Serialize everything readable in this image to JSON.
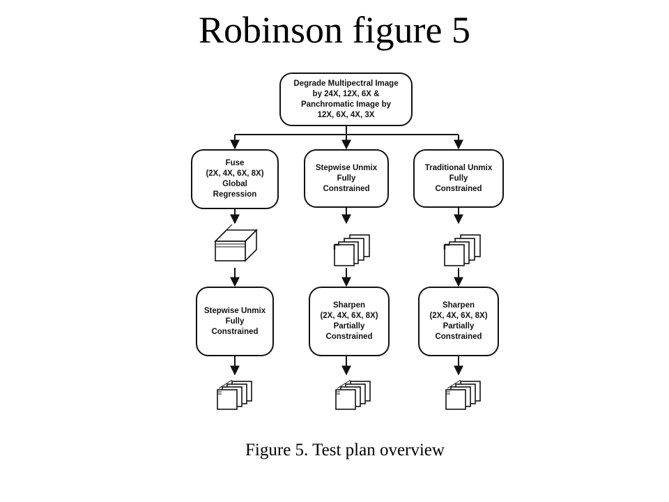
{
  "title": "Robinson figure 5",
  "caption": "Figure 5. Test plan overview",
  "top_box": {
    "lines": [
      "Degrade Multipectral Image",
      "by 24X, 12X, 6X &",
      "Panchromatic Image by",
      "12X, 6X, 4X, 3X"
    ]
  },
  "branches": [
    {
      "first_box": {
        "lines": [
          "Fuse",
          "(2X, 4X, 6X, 8X)",
          "Global",
          "Regression"
        ]
      },
      "second_box": {
        "lines": [
          "Stepwise Unmix",
          "Fully",
          "Constrained"
        ]
      },
      "middle_icon": "image-cube-icon"
    },
    {
      "first_box": {
        "lines": [
          "Stepwise Unmix",
          "Fully",
          "Constrained"
        ]
      },
      "second_box": {
        "lines": [
          "Sharpen",
          "(2X, 4X, 6X, 8X)",
          "Partially",
          "Constrained"
        ]
      },
      "middle_icon": "image-stack-icon"
    },
    {
      "first_box": {
        "lines": [
          "Traditional Unmix",
          "Fully",
          "Constrained"
        ]
      },
      "second_box": {
        "lines": [
          "Sharpen",
          "(2X, 4X, 6X, 8X)",
          "Partially",
          "Constrained"
        ]
      },
      "middle_icon": "image-stack-icon"
    }
  ]
}
